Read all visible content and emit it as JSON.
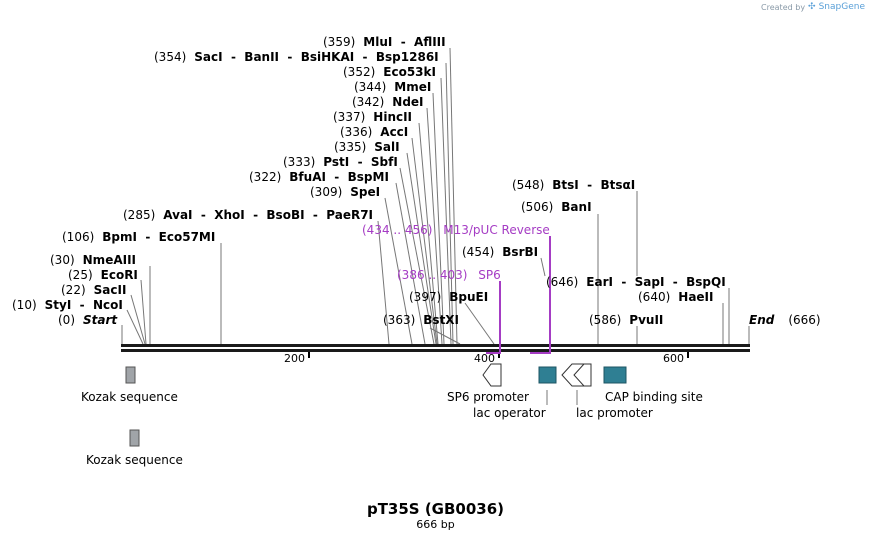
{
  "credit": {
    "prefix": "Created by",
    "brand": "SnapGene"
  },
  "map": {
    "title": "pT35S (GB0036)",
    "subtitle": "666 bp",
    "length": 666,
    "ticks": [
      {
        "pos": 200,
        "label": "200"
      },
      {
        "pos": 400,
        "label": "400"
      },
      {
        "pos": 600,
        "label": "600"
      }
    ],
    "left_sites": [
      {
        "pos": "(0)",
        "names": "Start",
        "italic": true,
        "bp": 0
      },
      {
        "pos": "(10)",
        "names": "StyI  -  NcoI",
        "bp": 10
      },
      {
        "pos": "(22)",
        "names": "SacII",
        "bp": 22
      },
      {
        "pos": "(25)",
        "names": "EcoRI",
        "bp": 25
      },
      {
        "pos": "(30)",
        "names": "NmeAIII",
        "bp": 30
      },
      {
        "pos": "(106)",
        "names": "BpmI  -  Eco57MI",
        "bp": 106
      },
      {
        "pos": "(285)",
        "names": "AvaI  -  XhoI  -  BsoBI  -  PaeR7I",
        "bp": 285
      },
      {
        "pos": "(309)",
        "names": "SpeI",
        "bp": 309
      },
      {
        "pos": "(322)",
        "names": "BfuAI  -  BspMI",
        "bp": 322
      },
      {
        "pos": "(333)",
        "names": "PstI  -  SbfI",
        "bp": 333
      },
      {
        "pos": "(335)",
        "names": "SalI",
        "bp": 335
      },
      {
        "pos": "(336)",
        "names": "AccI",
        "bp": 336
      },
      {
        "pos": "(337)",
        "names": "HincII",
        "bp": 337
      },
      {
        "pos": "(342)",
        "names": "NdeI",
        "bp": 342
      },
      {
        "pos": "(344)",
        "names": "MmeI",
        "bp": 344
      },
      {
        "pos": "(352)",
        "names": "Eco53kI",
        "bp": 352
      },
      {
        "pos": "(354)",
        "names": "SacI  -  BanII  -  BsiHKAI  -  Bsp1286I",
        "bp": 354
      },
      {
        "pos": "(359)",
        "names": "MluI  -  AflIII",
        "bp": 359
      }
    ],
    "right_sites": [
      {
        "pos": "(363)",
        "names": "BstXI",
        "bp": 363
      },
      {
        "pos": "(397)",
        "names": "BpuEI",
        "bp": 397
      },
      {
        "pos": "(454)",
        "names": "BsrBI",
        "bp": 454
      },
      {
        "pos": "(506)",
        "names": "BanI",
        "bp": 506
      },
      {
        "pos": "(548)",
        "names": "BtsI  -  BtsαI",
        "bp": 548
      },
      {
        "pos": "(646)",
        "names": "EarI  -  SapI  -  BspQI",
        "bp": 646
      },
      {
        "pos": "(586)",
        "names": "PvuII",
        "bp": 586
      },
      {
        "pos": "(640)",
        "names": "HaeII",
        "bp": 640
      },
      {
        "pos": "(666)",
        "names": "End",
        "italic": true,
        "bp": 666
      }
    ],
    "primers": [
      {
        "range": "(434 .. 456)",
        "name": "M13/pUC Reverse"
      },
      {
        "range": "(386 .. 403)",
        "name": "SP6"
      }
    ],
    "features": [
      {
        "label": "Kozak sequence"
      },
      {
        "label": "Kozak sequence"
      },
      {
        "label": "SP6 promoter"
      },
      {
        "label": "lac operator"
      },
      {
        "label": "lac promoter"
      },
      {
        "label": "CAP binding site"
      }
    ],
    "colors": {
      "primer": "#a53cc4",
      "kozak": "#a0a4a8",
      "operator": "#2f7f93",
      "backbone": "#1a1a1a"
    }
  }
}
